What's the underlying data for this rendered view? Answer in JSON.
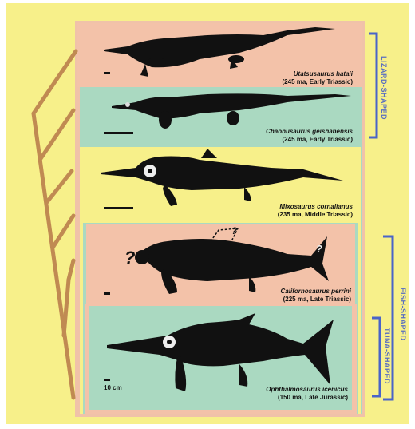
{
  "groups": {
    "lizard_shaped": "LIZARD-SHAPED",
    "fish_shaped": "FISH-SHAPED",
    "tuna_shaped": "TUNA-SHAPED"
  },
  "taxa": [
    {
      "species": "Utatsusaurus hataii",
      "age": "(245 ma, Early Triassic)"
    },
    {
      "species": "Chaohusaurus geishanensis",
      "age": "(245 ma, Early Triassic)"
    },
    {
      "species": "Mixosaurus cornalianus",
      "age": "(235 ma, Middle Triassic)"
    },
    {
      "species": "Californosaurus perrini",
      "age": "(225 ma, Late Triassic)"
    },
    {
      "species": "Ophthalmosaurus icenicus",
      "age": "(150 ma, Late Jurassic)"
    }
  ],
  "scale_label": "10 cm",
  "question_mark": "?",
  "colors": {
    "background": "#f7f08a",
    "salmon_panel": "#f3c2a9",
    "green_panel": "#aad9c1",
    "tree": "#c08a52",
    "bracket": "#4a64c8",
    "silhouette": "#111111"
  }
}
